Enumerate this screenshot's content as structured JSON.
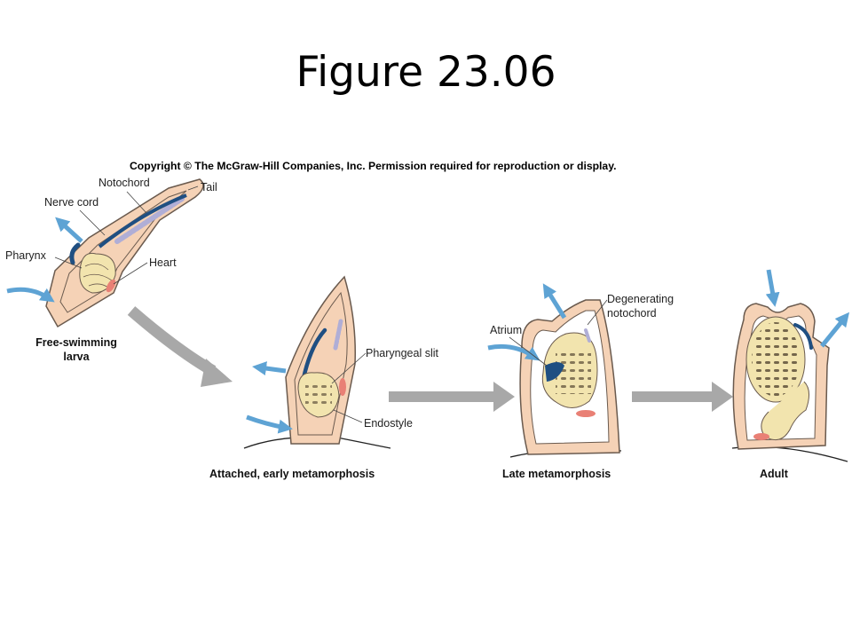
{
  "slide": {
    "title": "Figure 23.06"
  },
  "copyright": "Copyright © The McGraw-Hill Companies, Inc. Permission required for reproduction or display.",
  "stages": {
    "larva": {
      "caption_line1": "Free-swimming",
      "caption_line2": "larva",
      "labels": {
        "notochord": "Notochord",
        "tail": "Tail",
        "nerve_cord": "Nerve cord",
        "pharynx": "Pharynx",
        "heart": "Heart"
      }
    },
    "early": {
      "caption": "Attached, early metamorphosis",
      "labels": {
        "pharyngeal_slit": "Pharyngeal slit",
        "endostyle": "Endostyle"
      }
    },
    "late": {
      "caption": "Late metamorphosis",
      "labels": {
        "atrium": "Atrium",
        "degenerating_line1": "Degenerating",
        "degenerating_line2": "notochord"
      }
    },
    "adult": {
      "caption": "Adult"
    }
  },
  "colors": {
    "tunic": "#f5d2b6",
    "tunic_stroke": "#6a5a4e",
    "pharynx": "#f2e4ae",
    "nerve_cord": "#1f4f82",
    "notochord": "#b0aed6",
    "heart": "#e98075",
    "water_arrow": "#5ea3d4",
    "stage_arrow": "#a8a8a8"
  }
}
